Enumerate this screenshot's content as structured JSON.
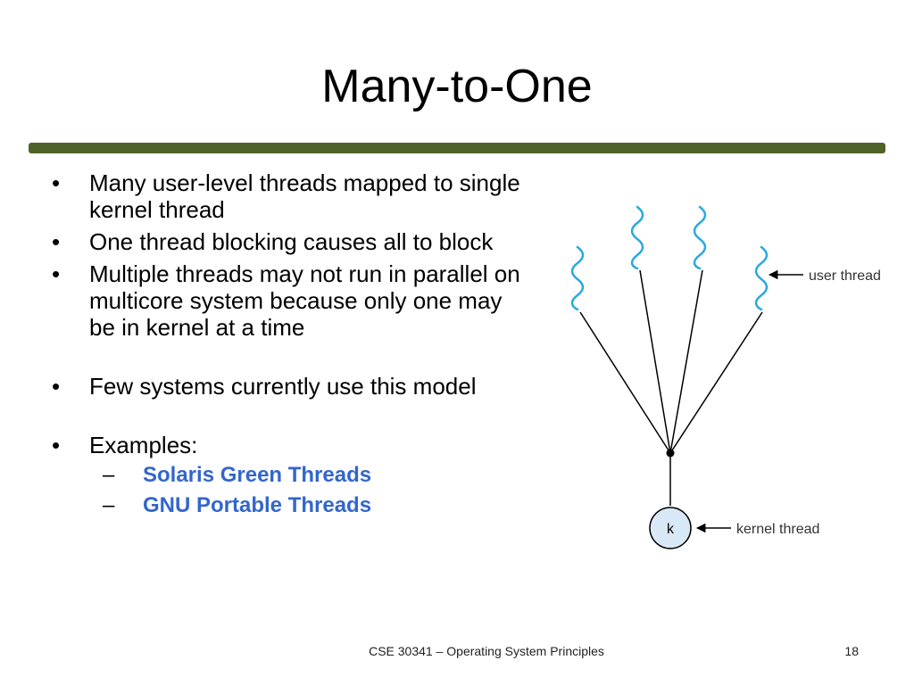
{
  "slide": {
    "title": "Many-to-One",
    "title_rule_color": "#4f6228"
  },
  "bullets": [
    {
      "mark": "•",
      "text": "Many user-level threads mapped to single kernel thread"
    },
    {
      "mark": "•",
      "text": "One thread blocking causes all to block"
    },
    {
      "mark": "•",
      "text": "Multiple threads may not run in parallel on multicore system because only one may be in kernel at a time"
    },
    {
      "mark": "•",
      "text": "Few systems currently use this model"
    },
    {
      "mark": "•",
      "text": "Examples:"
    }
  ],
  "examples": [
    {
      "mark": "–",
      "text": "Solaris Green Threads"
    },
    {
      "mark": "–",
      "text": "GNU Portable Threads"
    }
  ],
  "diagram": {
    "user_thread_label": "user thread",
    "kernel_thread_label": "kernel thread",
    "kernel_node_label": "k",
    "thread_wave_color": "#29a8e0",
    "kernel_node_fill": "#d9e8f6"
  },
  "footer": {
    "course": "CSE 30341 – Operating System Principles",
    "page_number": "18"
  }
}
